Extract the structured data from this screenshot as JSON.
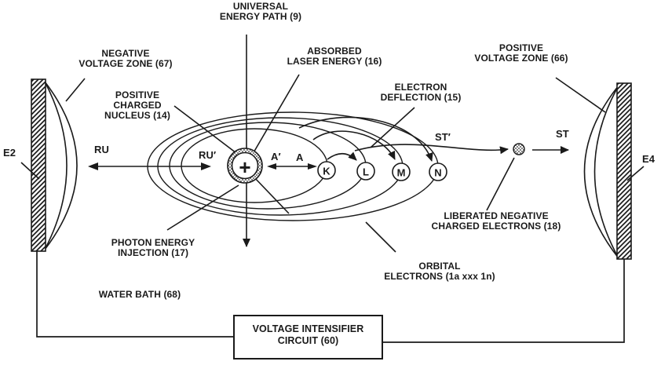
{
  "figure": {
    "type": "patent-style energy device schematic",
    "colors": {
      "ink": "#1a1a1a",
      "background": "#ffffff"
    },
    "labels": {
      "universal_energy_path": "UNIVERSAL\nENERGY PATH (9)",
      "absorbed_laser_energy": "ABSORBED\nLASER ENERGY (16)",
      "negative_voltage_zone": "NEGATIVE\nVOLTAGE ZONE (67)",
      "positive_charged_nucleus": "POSITIVE\nCHARGED\nNUCLEUS (14)",
      "electron_deflection": "ELECTRON\nDEFLECTION (15)",
      "positive_voltage_zone": "POSITIVE\nVOLTAGE ZONE (66)",
      "liberated_electrons": "LIBERATED NEGATIVE\nCHARGED ELECTRONS (18)",
      "orbital_electrons": "ORBITAL\nELECTRONS (1a xxx 1n)",
      "photon_energy_injection": "PHOTON ENERGY\nINJECTION (17)",
      "water_bath": "WATER BATH (68)",
      "voltage_intensifier_circuit": "VOLTAGE INTENSIFIER\nCIRCUIT (60)",
      "electrode_left": "E2",
      "electrode_right": "E4",
      "arrow_ru": "RU",
      "arrow_ru_prime": "RU′",
      "arrow_a_prime": "A′",
      "arrow_a": "A",
      "arrow_st_prime": "ST′",
      "arrow_st": "ST"
    },
    "shells": {
      "k": "K",
      "l": "L",
      "m": "M",
      "n": "N"
    },
    "nucleus": {
      "symbol": "+"
    }
  }
}
